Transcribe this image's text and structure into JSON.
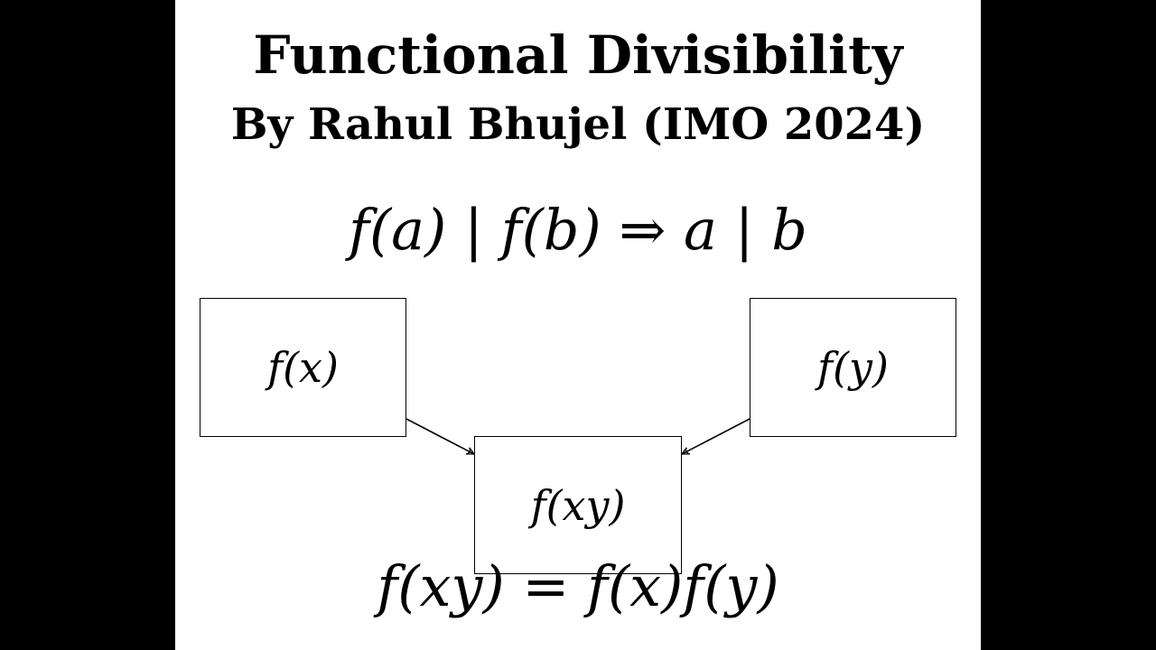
{
  "slide": {
    "title": "Functional Divisibility",
    "subtitle": "By Rahul Bhujel (IMO 2024)",
    "formula_top": "f(a) | f(b) ⇒ a | b",
    "formula_bottom": "f(xy) = f(x)f(y)"
  },
  "diagram": {
    "nodes": {
      "fx": "f(x)",
      "fy": "f(y)",
      "fxy": "f(xy)"
    },
    "edges": [
      {
        "from": "fx",
        "to": "fxy"
      },
      {
        "from": "fy",
        "to": "fxy"
      }
    ]
  },
  "colors": {
    "background": "#000000",
    "slide": "#ffffff",
    "ink": "#000000"
  }
}
